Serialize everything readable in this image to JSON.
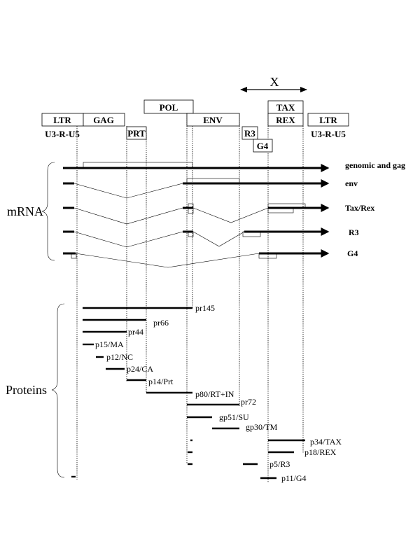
{
  "x_region": {
    "label": "X"
  },
  "genes": {
    "ltr_left": "LTR",
    "gag": "GAG",
    "pol": "POL",
    "prt": "PRT",
    "env": "ENV",
    "r3": "R3",
    "g4": "G4",
    "tax": "TAX",
    "rex": "REX",
    "ltr_right": "LTR",
    "u3r_u5_left": "U3-R-U5",
    "u3r_u5_right": "U3-R-U5"
  },
  "mrna": {
    "group_label": "mRNA",
    "transcripts": [
      {
        "label": "genomic and gag"
      },
      {
        "label": "env"
      },
      {
        "label": "Tax/Rex"
      },
      {
        "label": "R3"
      },
      {
        "label": "G4"
      }
    ]
  },
  "proteins": {
    "group_label": "Proteins",
    "items": [
      {
        "label": "pr145"
      },
      {
        "label": "pr66"
      },
      {
        "label": "pr44"
      },
      {
        "label": "p15/MA"
      },
      {
        "label": "p12/NC"
      },
      {
        "label": "p24/CA"
      },
      {
        "label": "p14/Prt"
      },
      {
        "label": "p80/RT+IN"
      },
      {
        "label": "pr72"
      },
      {
        "label": "gp51/SU"
      },
      {
        "label": "gp30/TM"
      },
      {
        "label": "p34/TAX"
      },
      {
        "label": "p18/REX"
      },
      {
        "label": "p5/R3"
      },
      {
        "label": "p11/G4"
      }
    ]
  }
}
